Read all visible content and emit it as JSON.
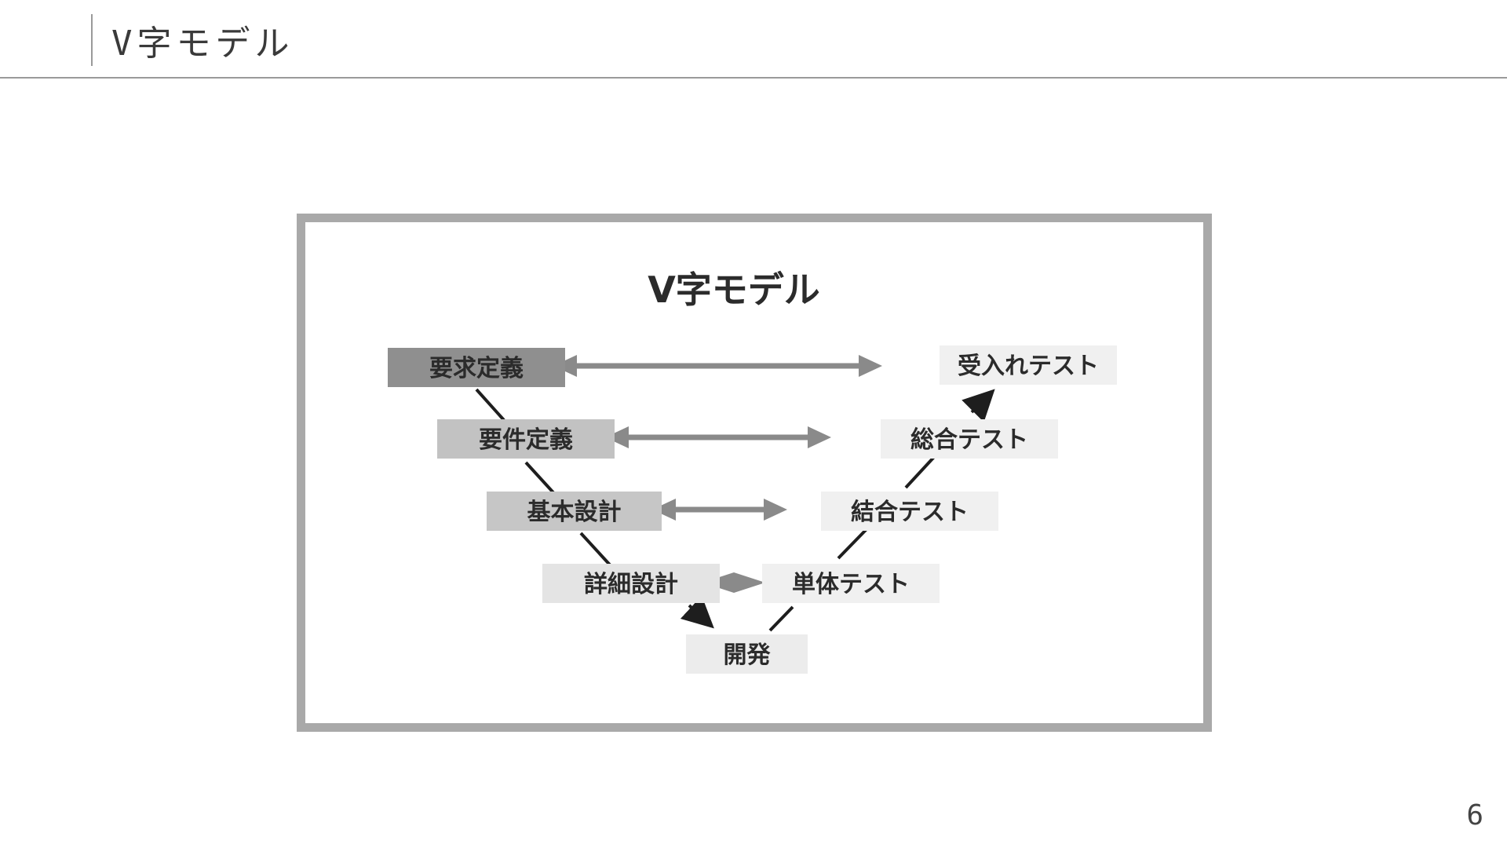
{
  "slide": {
    "title": "V字モデル",
    "page_number": "6"
  },
  "diagram": {
    "title": "V字モデル",
    "left_stages": [
      {
        "label": "要求定義",
        "fill": "#8f8f8f"
      },
      {
        "label": "要件定義",
        "fill": "#c2c2c2"
      },
      {
        "label": "基本設計",
        "fill": "#c6c6c6"
      },
      {
        "label": "詳細設計",
        "fill": "#e4e4e4"
      }
    ],
    "bottom_stage": {
      "label": "開発",
      "fill": "#ececec"
    },
    "right_stages": [
      {
        "label": "受入れテスト",
        "fill": "#f0f0f0"
      },
      {
        "label": "総合テスト",
        "fill": "#f0f0f0"
      },
      {
        "label": "結合テスト",
        "fill": "#f0f0f0"
      },
      {
        "label": "単体テスト",
        "fill": "#f0f0f0"
      }
    ],
    "colors": {
      "arrow": "#8a8a8a",
      "line": "#1e1e1e",
      "frame": "#a9a9a9"
    }
  }
}
